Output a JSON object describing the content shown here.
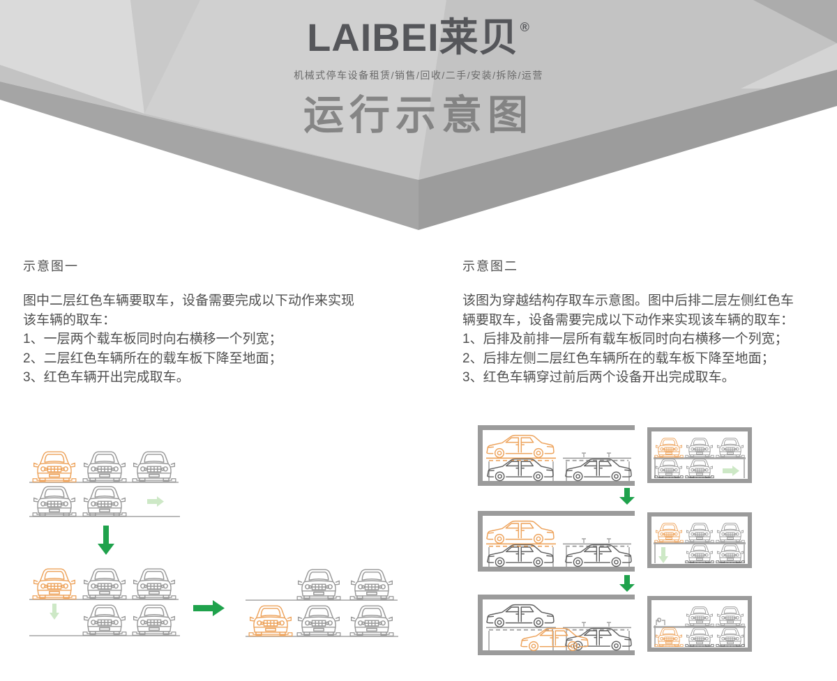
{
  "header": {
    "logo": {
      "latin": "LAIBEI",
      "cjk": "莱贝",
      "registered": "®"
    },
    "tagline": "机械式停车设备租赁/销售/回收/二手/安装/拆除/运营",
    "title": "运行示意图"
  },
  "sections": [
    {
      "heading": "示意图一",
      "lines": [
        "图中二层红色车辆要取车，设备需要完成以下动作来实现",
        "该车辆的取车：",
        "1、一层两个载车板同时向右横移一个列宽；",
        "2、二层红色车辆所在的载车板下降至地面；",
        "3、红色车辆开出完成取车。"
      ]
    },
    {
      "heading": "示意图二",
      "lines": [
        "该图为穿越结构存取车示意图。图中后排二层左侧红色车",
        "辆要取车，设备需要完成以下动作来实现该车辆的取车：",
        "1、后排及前排一层所有载车板同时向右横移一个列宽；",
        "2、后排左侧二层红色车辆所在的载车板下降至地面；",
        "3、红色车辆穿过前后两个设备开出完成取车。"
      ]
    }
  ],
  "diagrams": {
    "diagram1": {
      "view": "front",
      "stages": [
        {
          "upper": [
            "orange",
            "gray",
            "gray"
          ],
          "lower": [
            "gray",
            "gray"
          ],
          "hint_arrow": "right-pale"
        },
        {
          "upper": [
            "orange",
            "gray",
            "gray"
          ],
          "lower": [
            "gray",
            "gray"
          ],
          "hint_arrow": "down-pale"
        },
        {
          "upper": [
            "gray",
            "gray"
          ],
          "lower": [
            "orange",
            "gray",
            "gray"
          ]
        }
      ],
      "flow_arrows": [
        "down-green",
        "right-green"
      ]
    },
    "diagram2": {
      "view": "side-and-front",
      "stages": [
        {
          "side": {
            "upper": [
              "orange",
              "empty"
            ],
            "lower": [
              "gray",
              "gray"
            ]
          },
          "front": {
            "upper": [
              "orange",
              "gray",
              "gray"
            ],
            "lower": [
              "gray",
              "gray"
            ],
            "hint_arrow": "right-pale"
          }
        },
        {
          "side": {
            "upper": [
              "orange",
              "empty"
            ],
            "lower": [
              "gray",
              "gray"
            ]
          },
          "front": {
            "upper": [
              "orange",
              "gray",
              "gray"
            ],
            "lower": [
              "gray",
              "gray"
            ],
            "hint_arrow": "down-pale"
          }
        },
        {
          "side": {
            "upper": [
              "gray",
              "empty"
            ],
            "lower": [
              "orange-passing",
              "gray"
            ]
          },
          "front": {
            "upper": [
              "empty",
              "gray",
              "gray"
            ],
            "lower": [
              "orange",
              "gray",
              "gray"
            ]
          }
        }
      ],
      "flow_arrows": [
        "down-green",
        "down-green"
      ]
    }
  },
  "colors": {
    "orange": "#eda25a",
    "gray_car": "#979797",
    "dark_car": "#5e5e5e",
    "frame": "#9b9b9b",
    "line": "#a3a3a3",
    "green": "#1fa24c",
    "green_pale": "#cde8c6",
    "text": "#4f4f4f",
    "logo": "#55565a",
    "tagline": "#6a6a6a",
    "title": "#787878",
    "hdr_base": "#c3c3c3",
    "hdr_light": "#d0d0d0",
    "hdr_lighter": "#dadada",
    "hdr_wedge": "#c9c9c9",
    "hdr_dark": "#acacac",
    "hdr_sliver": "#d4d4d4",
    "hdr_bevel_l": "#a5a5a5",
    "hdr_bevel_r": "#9c9c9c"
  }
}
